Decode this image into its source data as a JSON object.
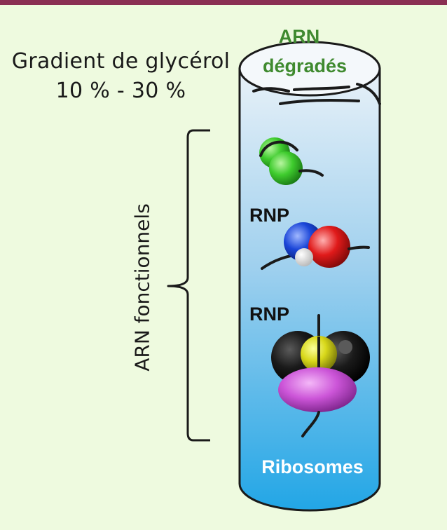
{
  "gradient": {
    "line1": "Gradient de glycérol",
    "line2": "10 % - 30 %"
  },
  "side_label": "ARN fonctionnels",
  "tube": {
    "top_label_line1": "ARN",
    "top_label_line2": "dégradés",
    "rnp_label_1": "RNP",
    "rnp_label_2": "RNP",
    "bottom_label": "Ribosomes"
  },
  "colors": {
    "background": "#eefadf",
    "top_bar": "#8a2f53",
    "green_label": "#3f8a2f",
    "tube_top": "#e6f0f8",
    "tube_bottom": "#2aa8e6"
  }
}
